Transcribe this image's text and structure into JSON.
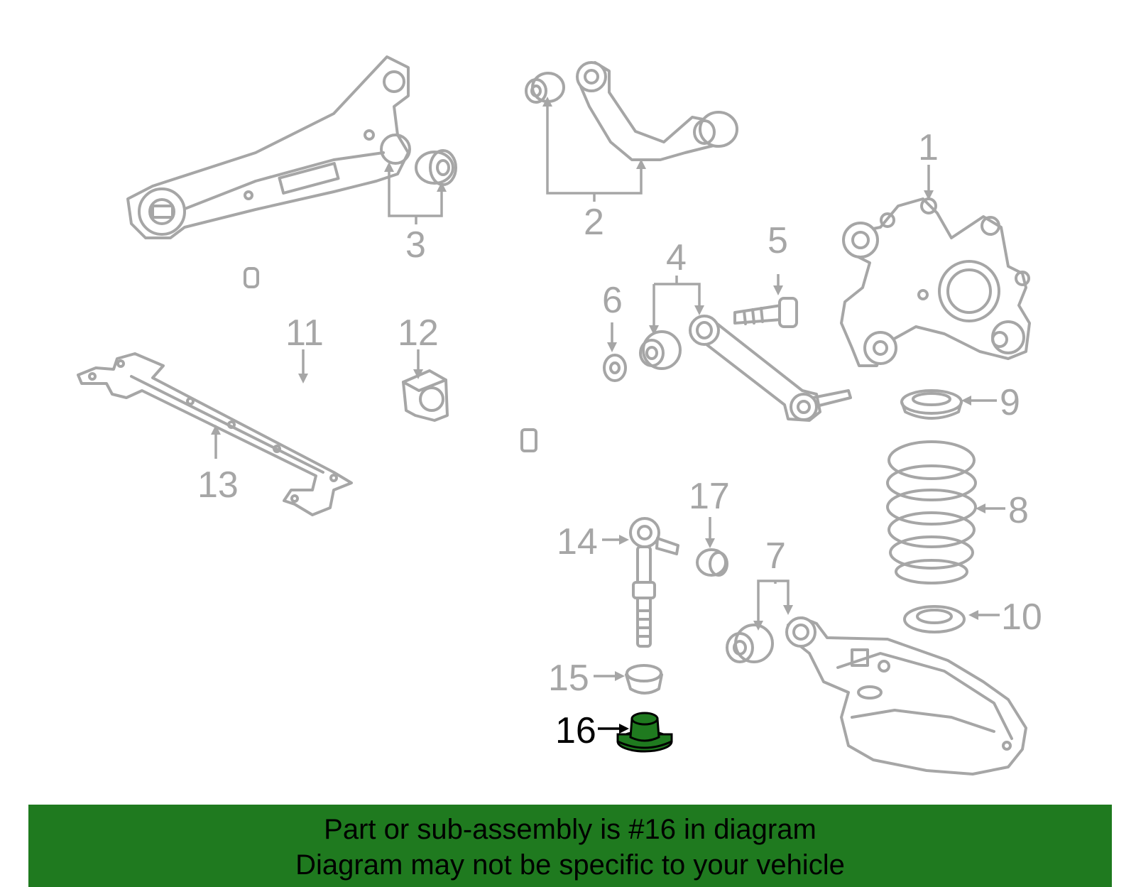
{
  "colors": {
    "part_stroke": "#a6a6a6",
    "highlight": "#1f7a1f",
    "banner_bg": "#1f7a1f",
    "text_active": "#000000"
  },
  "callouts": {
    "c1": "1",
    "c2": "2",
    "c3": "3",
    "c4": "4",
    "c5": "5",
    "c6": "6",
    "c7": "7",
    "c8": "8",
    "c9": "9",
    "c10": "10",
    "c11": "11",
    "c12": "12",
    "c13": "13",
    "c14": "14",
    "c15": "15",
    "c16": "16",
    "c17": "17"
  },
  "highlighted_part": "16",
  "banner": {
    "line1": "Part or sub-assembly is #16 in diagram",
    "line2": "Diagram may not be specific to your vehicle"
  }
}
